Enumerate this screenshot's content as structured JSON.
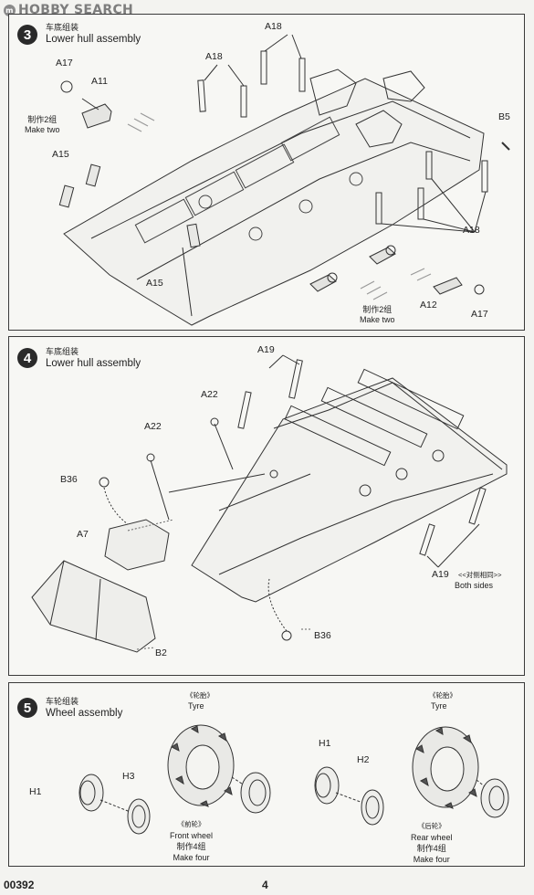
{
  "watermark": {
    "badge": "m",
    "text": "HOBBY SEARCH"
  },
  "step3": {
    "number": "3",
    "title_cn": "车底组装",
    "title_en": "Lower hull assembly",
    "labels": {
      "a17_left": "A17",
      "a11": "A11",
      "a18_top": "A18",
      "a18_mid": "A18",
      "a18_right": "A18",
      "b5": "B5",
      "a15_top": "A15",
      "a15_bot": "A15",
      "a12": "A12",
      "a17_right": "A17"
    },
    "make_two_left_cn": "制作2组",
    "make_two_left_en": "Make two",
    "make_two_right_cn": "制作2组",
    "make_two_right_en": "Make two"
  },
  "step4": {
    "number": "4",
    "title_cn": "车底组装",
    "title_en": "Lower hull assembly",
    "labels": {
      "a19_top": "A19",
      "a22_top": "A22",
      "a22_mid": "A22",
      "b36_top": "B36",
      "a7": "A7",
      "b2": "B2",
      "b36_bot": "B36",
      "a19_bot": "A19",
      "both_cn": "<<对侧相同>>",
      "both_en": "Both sides"
    }
  },
  "step5": {
    "number": "5",
    "title_cn": "车轮组装",
    "title_en": "Wheel assembly",
    "labels": {
      "tyre_left_cn": "《轮胎》",
      "tyre_left_en": "Tyre",
      "tyre_right_cn": "《轮胎》",
      "tyre_right_en": "Tyre",
      "h1_left": "H1",
      "h3": "H3",
      "h1_right": "H1",
      "h2": "H2",
      "front_cn": "《前轮》",
      "front_en": "Front wheel",
      "front_make_cn": "制作4组",
      "front_make_en": "Make four",
      "rear_cn": "《后轮》",
      "rear_en": "Rear wheel",
      "rear_make_cn": "制作4组",
      "rear_make_en": "Make four"
    }
  },
  "footer": {
    "code": "00392",
    "page": "4"
  }
}
